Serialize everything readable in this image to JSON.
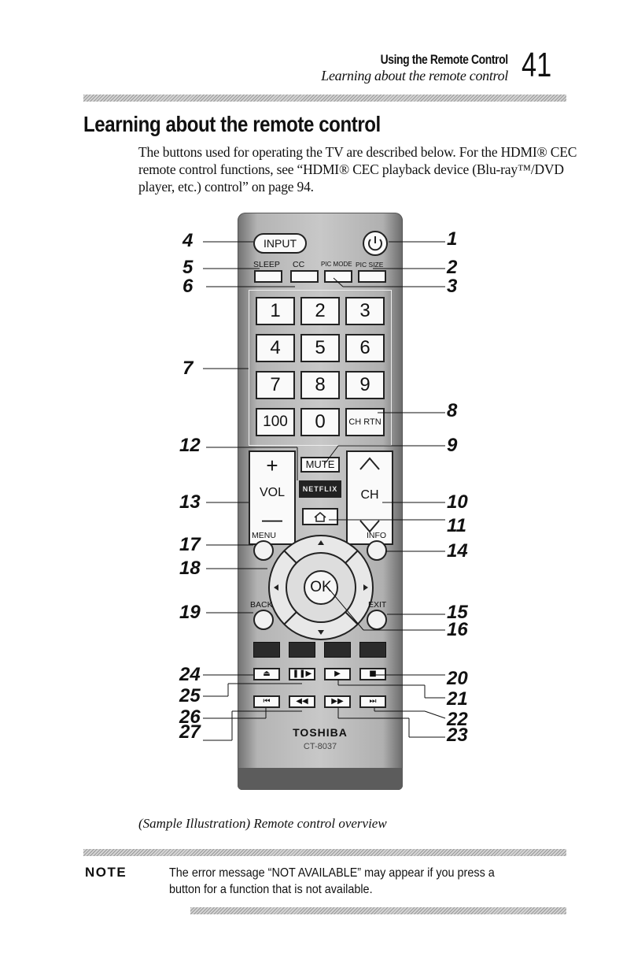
{
  "header": {
    "section": "Using the Remote Control",
    "subsection": "Learning about the remote control",
    "page_number": "41"
  },
  "title": "Learning about the remote control",
  "intro": "The buttons used for operating the TV are described below. For the HDMI® CEC remote control functions, see “HDMI® CEC playback device (Blu-ray™/DVD player, etc.) control” on page 94.",
  "remote": {
    "buttons": {
      "input": "INPUT",
      "sleep": "SLEEP",
      "cc": "CC",
      "picmode": "PIC MODE",
      "picsize": "PIC SIZE",
      "n1": "1",
      "n2": "2",
      "n3": "3",
      "n4": "4",
      "n5": "5",
      "n6": "6",
      "n7": "7",
      "n8": "8",
      "n9": "9",
      "n100": "100",
      "n0": "0",
      "chrtn": "CH RTN",
      "mute": "MUTE",
      "vol": "VOL",
      "ch": "CH",
      "netflix": "NETFLIX",
      "menu": "MENU",
      "info": "INFO",
      "ok": "OK",
      "back": "BACK",
      "exit": "EXIT"
    },
    "brand": "TOSHIBA",
    "model": "CT-8037",
    "callouts_left": [
      "4",
      "5",
      "6",
      "7",
      "12",
      "13",
      "17",
      "18",
      "19",
      "24",
      "25",
      "26",
      "27"
    ],
    "callouts_right": [
      "1",
      "2",
      "3",
      "8",
      "9",
      "10",
      "11",
      "14",
      "15",
      "16",
      "20",
      "21",
      "22",
      "23"
    ]
  },
  "caption": "(Sample Illustration) Remote control overview",
  "note": {
    "label": "NOTE",
    "text": "The error message “NOT AVAILABLE” may appear if you press a button for a function that is not available."
  }
}
